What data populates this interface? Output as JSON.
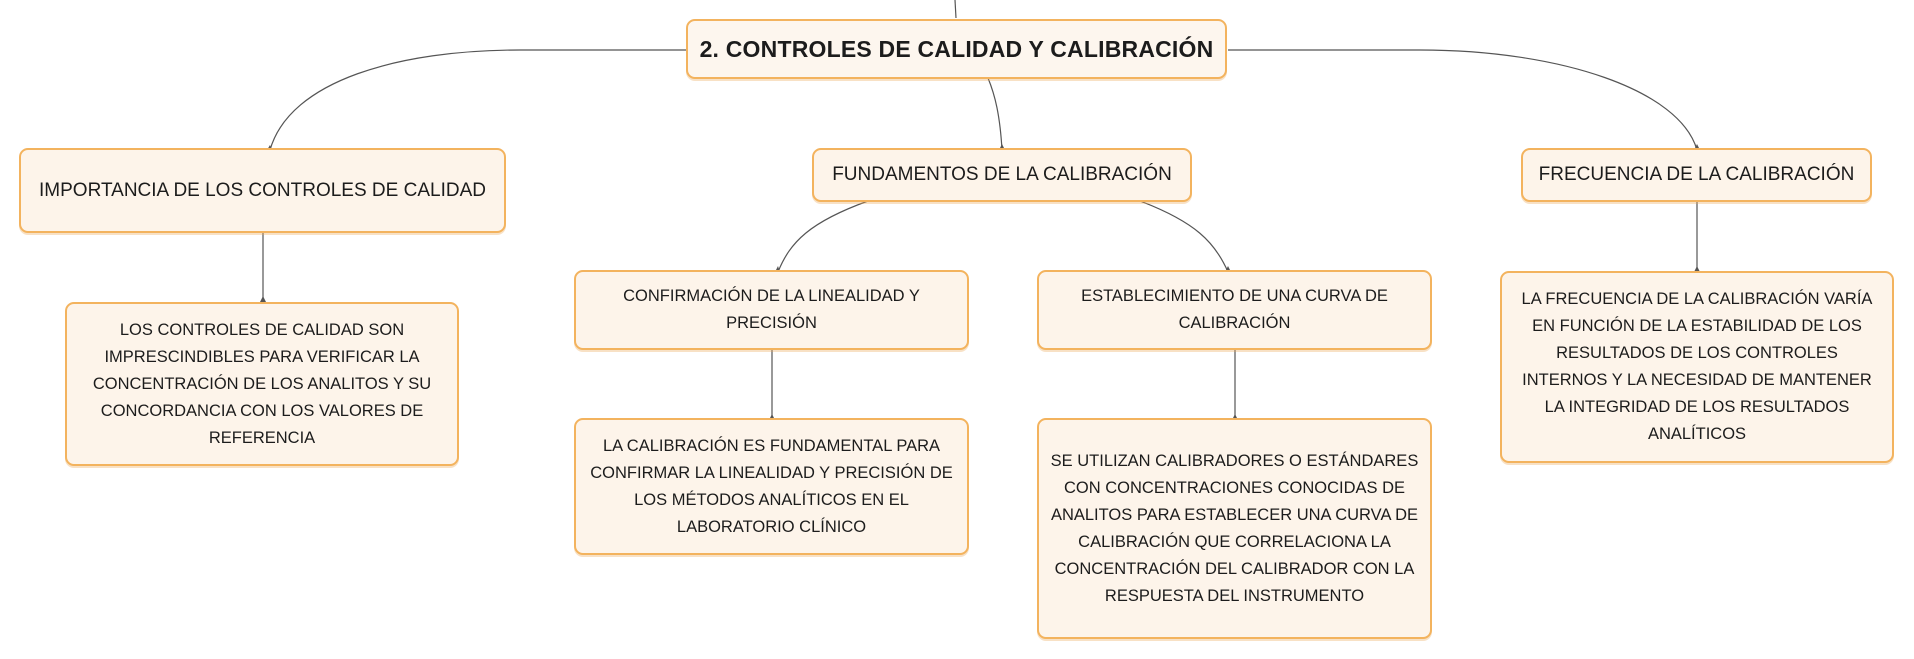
{
  "colors": {
    "node_fill": "#fdf4ea",
    "node_border": "#f3b35e",
    "connector": "#555555",
    "text": "#1c1c1c"
  },
  "root": {
    "label": "2. CONTROLES DE CALIDAD Y CALIBRACIÓN"
  },
  "branches": {
    "importancia": {
      "label": "IMPORTANCIA DE LOS CONTROLES DE CALIDAD",
      "detail": "LOS CONTROLES DE CALIDAD SON IMPRESCINDIBLES PARA VERIFICAR LA CONCENTRACIÓN DE LOS ANALITOS Y SU CONCORDANCIA CON LOS VALORES DE REFERENCIA"
    },
    "fundamentos": {
      "label": "FUNDAMENTOS DE LA CALIBRACIÓN",
      "children": {
        "linealidad": {
          "label": "CONFIRMACIÓN DE LA LINEALIDAD Y PRECISIÓN",
          "detail": "LA CALIBRACIÓN ES FUNDAMENTAL PARA CONFIRMAR LA LINEALIDAD Y PRECISIÓN DE LOS MÉTODOS ANALÍTICOS EN EL LABORATORIO CLÍNICO"
        },
        "curva": {
          "label": "ESTABLECIMIENTO DE UNA CURVA DE CALIBRACIÓN",
          "detail": "SE UTILIZAN CALIBRADORES O ESTÁNDARES CON CONCENTRACIONES CONOCIDAS DE ANALITOS PARA ESTABLECER UNA CURVA DE CALIBRACIÓN QUE CORRELACIONA LA CONCENTRACIÓN DEL CALIBRADOR CON LA RESPUESTA DEL INSTRUMENTO"
        }
      }
    },
    "frecuencia": {
      "label": "FRECUENCIA DE LA CALIBRACIÓN",
      "detail": "LA FRECUENCIA DE LA CALIBRACIÓN VARÍA EN FUNCIÓN DE LA ESTABILIDAD DE LOS RESULTADOS DE LOS CONTROLES INTERNOS Y LA NECESIDAD DE MANTENER LA INTEGRIDAD DE LOS RESULTADOS ANALÍTICOS"
    }
  }
}
